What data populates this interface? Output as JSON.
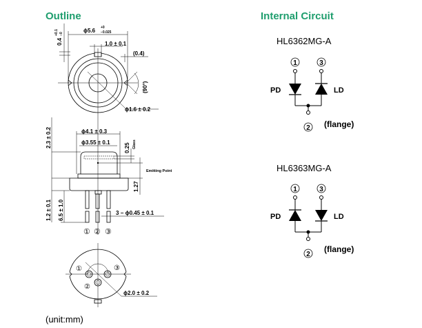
{
  "outline": {
    "title": "Outline",
    "unit_note": "(unit:mm)",
    "top_view": {
      "diameter": "ϕ5.6",
      "diameter_tol_upper": "+0",
      "diameter_tol_lower": "−0.025",
      "height_label": "0.4",
      "height_tol_upper": "+0.1",
      "height_tol_lower": "−0",
      "notch_width": "1.0 ± 0.1",
      "notch_depth": "(0.4)",
      "notch_angle": "(90°)",
      "window_diameter": "ϕ1.6 ± 0.2"
    },
    "side_view": {
      "cap_diameter": "ϕ4.1 ± 0.3",
      "window_diameter": "ϕ3.55 ± 0.1",
      "glass_thickness": "0.25",
      "glass_label": "Glass",
      "emitting_point_label": "Emitting Point",
      "emitting_height": "1.27",
      "cap_height": "2.3 ± 0.2",
      "flange_thickness": "1.2 ± 0.1",
      "lead_length": "6.5 ± 1.0",
      "lead_diameter": "3 − ϕ0.45 ± 0.1",
      "pins": [
        "①",
        "②",
        "③"
      ]
    },
    "bottom_view": {
      "pin_circle_diameter": "ϕ2.0 ± 0.2",
      "pins": [
        "①",
        "②",
        "③"
      ]
    }
  },
  "internal_circuit": {
    "title": "Internal Circuit",
    "circuits": [
      {
        "model": "HL6362MG-A",
        "pin_top_left": "1",
        "pin_top_right": "3",
        "pin_bottom": "2",
        "left_label": "PD",
        "right_label": "LD",
        "flange_label": "(flange)",
        "pd_direction": "down",
        "ld_direction": "up"
      },
      {
        "model": "HL6363MG-A",
        "pin_top_left": "1",
        "pin_top_right": "3",
        "pin_bottom": "2",
        "left_label": "PD",
        "right_label": "LD",
        "flange_label": "(flange)",
        "pd_direction": "up",
        "ld_direction": "down"
      }
    ]
  }
}
